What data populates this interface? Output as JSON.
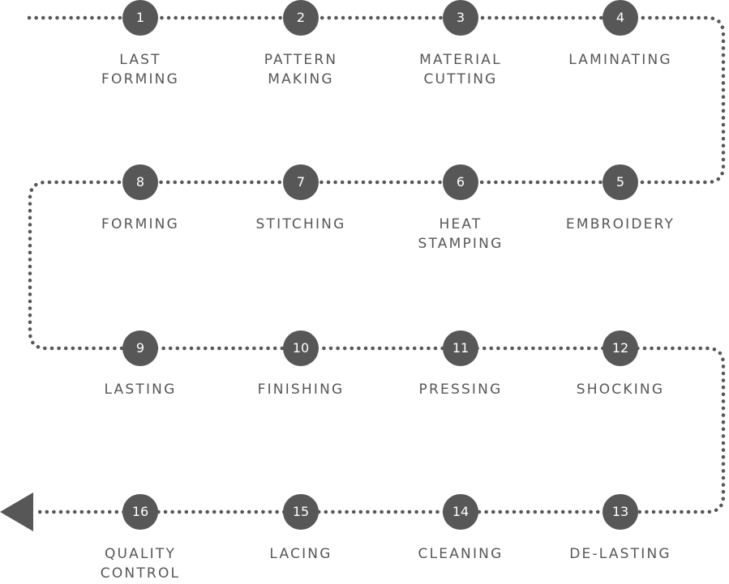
{
  "colors": {
    "node": "#575757",
    "node_text": "#ffffff",
    "label": "#575757",
    "connector": "#575757"
  },
  "flow": {
    "direction_icon": "arrow-left-icon",
    "steps": [
      {
        "number": "1",
        "label_lines": [
          "LAST",
          "FORMING"
        ]
      },
      {
        "number": "2",
        "label_lines": [
          "PATTERN",
          "MAKING"
        ]
      },
      {
        "number": "3",
        "label_lines": [
          "MATERIAL",
          "CUTTING"
        ]
      },
      {
        "number": "4",
        "label_lines": [
          "LAMINATING"
        ]
      },
      {
        "number": "5",
        "label_lines": [
          "EMBROIDERY"
        ]
      },
      {
        "number": "6",
        "label_lines": [
          "HEAT",
          "STAMPING"
        ]
      },
      {
        "number": "7",
        "label_lines": [
          "STITCHING"
        ]
      },
      {
        "number": "8",
        "label_lines": [
          "FORMING"
        ]
      },
      {
        "number": "9",
        "label_lines": [
          "LASTING"
        ]
      },
      {
        "number": "10",
        "label_lines": [
          "FINISHING"
        ]
      },
      {
        "number": "11",
        "label_lines": [
          "PRESSING"
        ]
      },
      {
        "number": "12",
        "label_lines": [
          "SHOCKING"
        ]
      },
      {
        "number": "13",
        "label_lines": [
          "DE-LASTING"
        ]
      },
      {
        "number": "14",
        "label_lines": [
          "CLEANING"
        ]
      },
      {
        "number": "15",
        "label_lines": [
          "LACING"
        ]
      },
      {
        "number": "16",
        "label_lines": [
          "QUALITY",
          "CONTROL"
        ]
      }
    ]
  }
}
